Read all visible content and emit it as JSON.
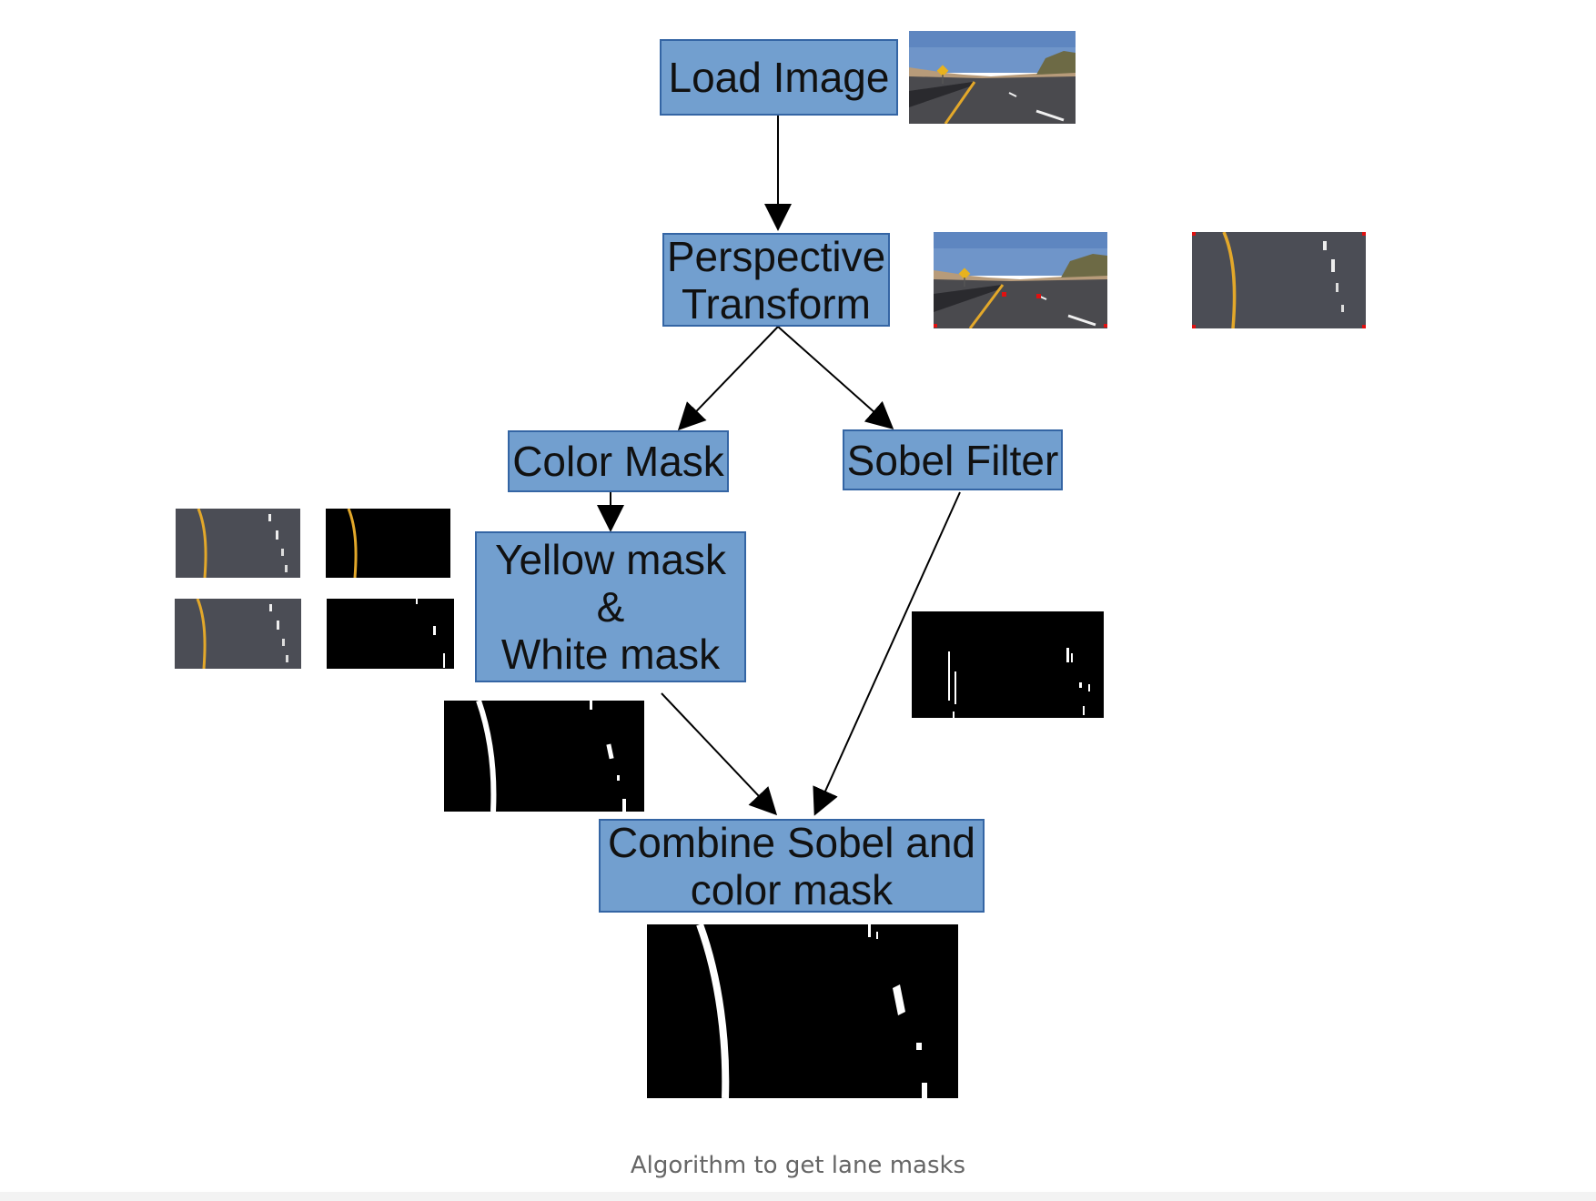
{
  "nodes": {
    "load": "Load Image",
    "perspective": [
      "Perspective",
      "Transform"
    ],
    "color_mask": "Color Mask",
    "sobel": "Sobel Filter",
    "yellow_white": [
      "Yellow mask",
      "&",
      "White mask"
    ],
    "combine": [
      "Combine Sobel and",
      "color mask"
    ]
  },
  "caption": "Algorithm to get lane masks",
  "colors": {
    "node_fill": "#729fcf",
    "node_border": "#3465a4",
    "marker_red": "#e01010",
    "lane_yellow": "#e3a82a"
  }
}
